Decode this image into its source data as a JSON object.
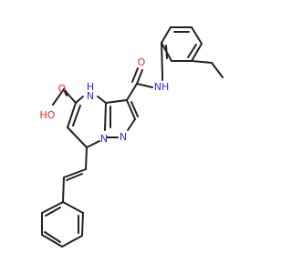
{
  "colors": {
    "bond": "#222222",
    "oxygen": "#e8281e",
    "nitrogen": "#2a2ae0",
    "background": "#ffffff"
  },
  "atoms": {
    "acid_oh": "HO",
    "acid_o": "O",
    "amide_o": "O",
    "amide_nh": "NH",
    "ring_nh_n": "N",
    "ring_nh_h": "H",
    "ring_n1": "N",
    "ring_n2": "N"
  }
}
